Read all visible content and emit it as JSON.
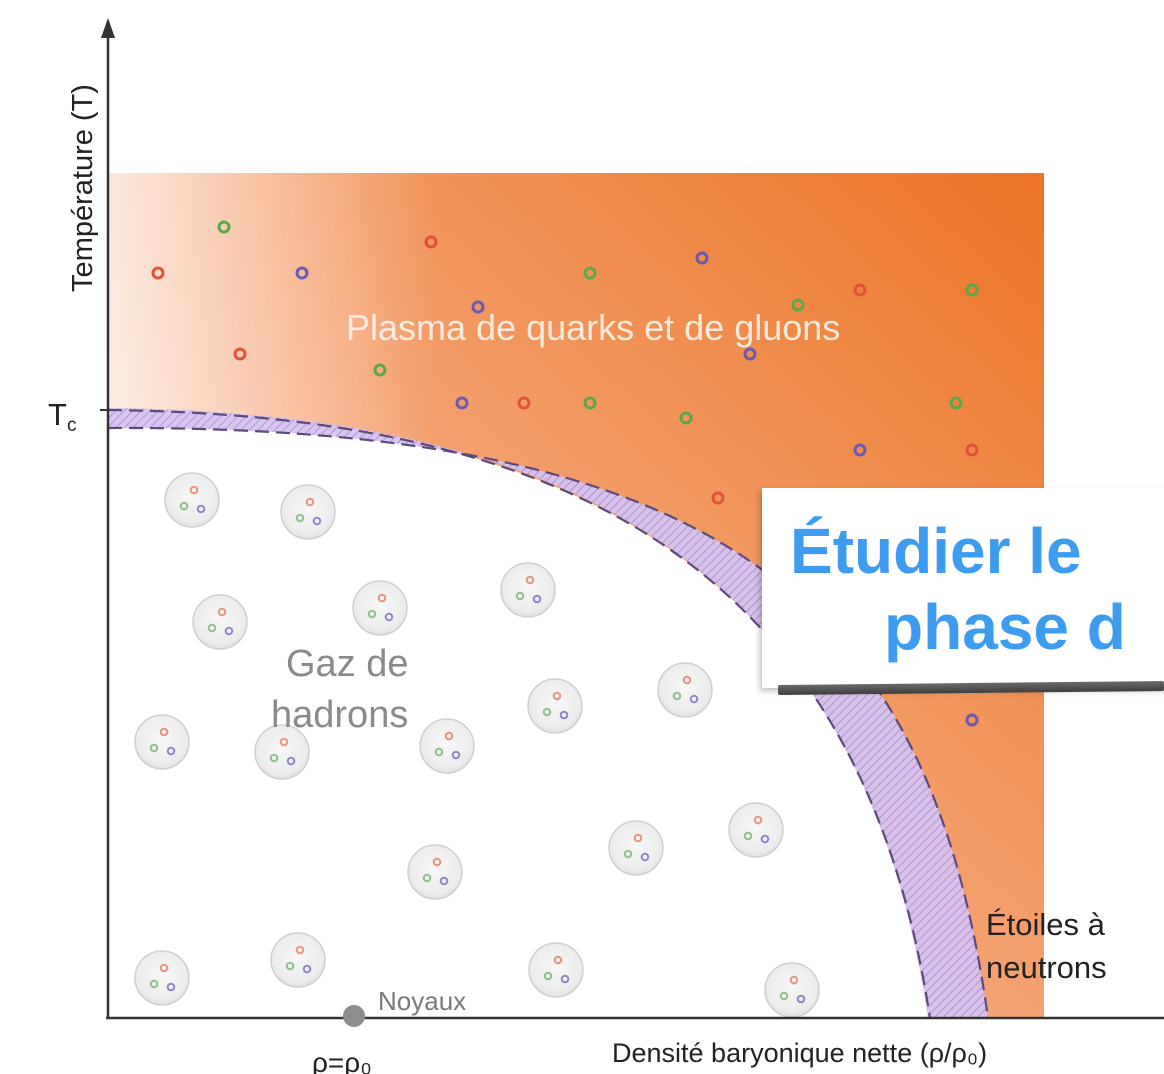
{
  "axes": {
    "y_label": "Température (T)",
    "x_label": "Densité baryonique nette (ρ/ρ₀)",
    "tc_label": "T",
    "tc_sub": "c",
    "rho0_label": "ρ=ρ₀"
  },
  "regions": {
    "qgp": "Plasma de quarks et de gluons",
    "hadron_gas_line1": "Gaz de",
    "hadron_gas_line2": "hadrons",
    "nuclei": "Noyaux",
    "neutron_stars_line1": "Étoiles à",
    "neutron_stars_line2": "neutrons"
  },
  "banner": {
    "line1": "Étudier le",
    "line2": "phase d"
  },
  "colors": {
    "qgp_gradient_start": "#fbe7dc",
    "qgp_gradient_end": "#ee7a2a",
    "transition_band": "#c7a9e8",
    "quark_red": "#e0533b",
    "quark_green": "#5aa84a",
    "quark_purple": "#6a5bb0",
    "banner_text": "#3d9cf0"
  }
}
